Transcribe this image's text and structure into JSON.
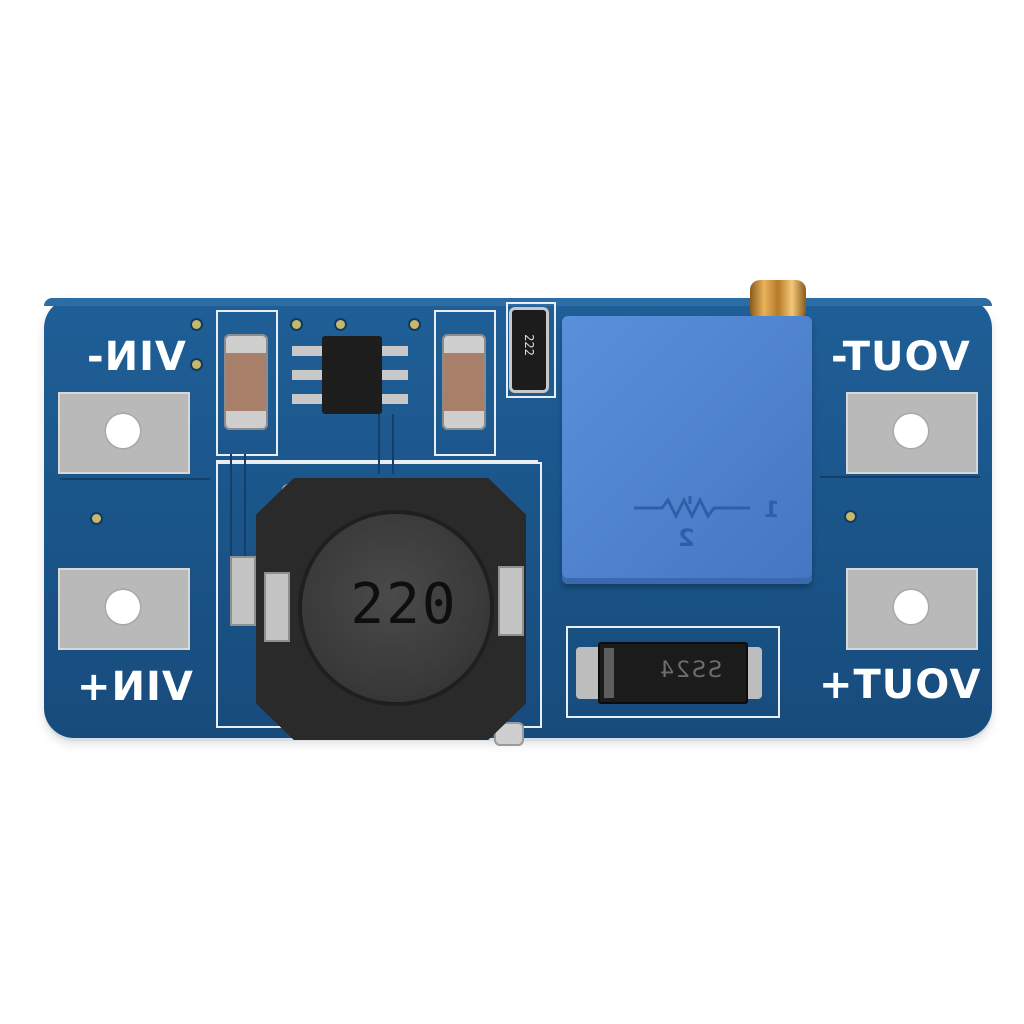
{
  "board": {
    "labels": {
      "vin_minus": "VIN-",
      "vin_plus": "VIN+",
      "vout_minus": "VOUT-",
      "vout_plus": "VOUT+"
    },
    "inductor_marking": "220",
    "resistor_marking": "222",
    "diode_marking": "SS24",
    "pot_marking_left": "1",
    "pot_marking_right": "2",
    "colors": {
      "pcb": "#1a5488",
      "potentiometer": "#4f84d0",
      "pad": "#b9b9b9",
      "component_body": "#2a2a2a"
    }
  }
}
